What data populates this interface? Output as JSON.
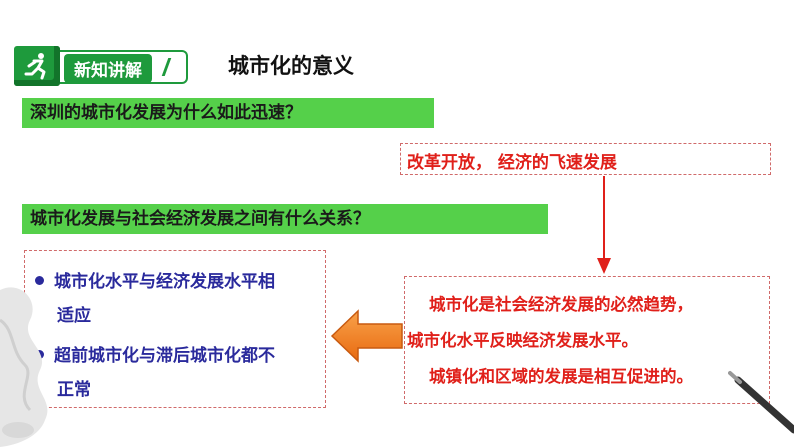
{
  "header": {
    "badge_label": "新知讲解",
    "title": "城市化的意义"
  },
  "questions": {
    "q1": "深圳的城市化发展为什么如此迅速？",
    "q2": "城市化发展与社会经济发展之间有什么关系？"
  },
  "answers": {
    "a1": "改革开放， 经济的飞速发展",
    "a2_lines": [
      "城市化是社会经济发展的必然趋势，",
      "城市化水平反映经济发展水平。",
      "城镇化和区域的发展是相互促进的。"
    ]
  },
  "points": [
    {
      "line1": "城市化水平与经济发展水平相",
      "line2": "适应"
    },
    {
      "line1": "超前城市化与滞后城市化都不",
      "line2": "正常"
    }
  ],
  "colors": {
    "green": "#1e9a3c",
    "question_bg": "#55d04a",
    "answer_red": "#e0201a",
    "point_blue": "#2a2a9c",
    "arrow_orange": "#f07a1a"
  },
  "icons": [
    "running-person-icon",
    "arrow-down-icon",
    "arrow-left-icon",
    "brush-decoration-icon"
  ]
}
